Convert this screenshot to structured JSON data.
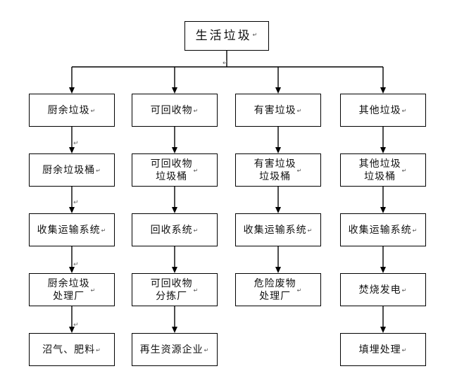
{
  "root": {
    "label": "生活垃圾"
  },
  "columns": [
    {
      "key": "kitchen",
      "nodes": [
        "厨余垃圾",
        "厨余垃圾桶",
        "收集运输系统",
        "厨余垃圾\n处理厂",
        "沼气、肥料"
      ]
    },
    {
      "key": "recyclable",
      "nodes": [
        "可回收物",
        "可回收物\n垃圾桶",
        "回收系统",
        "可回收物\n分拣厂",
        "再生资源企业"
      ]
    },
    {
      "key": "hazardous",
      "nodes": [
        "有害垃圾",
        "有害垃圾\n垃圾桶",
        "收集运输系统",
        "危险废物\n处理厂"
      ]
    },
    {
      "key": "other",
      "nodes": [
        "其他垃圾",
        "其他垃圾\n垃圾桶",
        "收集运输系统",
        "焚烧发电",
        "填埋处理"
      ]
    }
  ],
  "paragraph_mark": "↵",
  "colors": {
    "line": "#000000",
    "box_border": "#000000",
    "background": "#ffffff"
  }
}
